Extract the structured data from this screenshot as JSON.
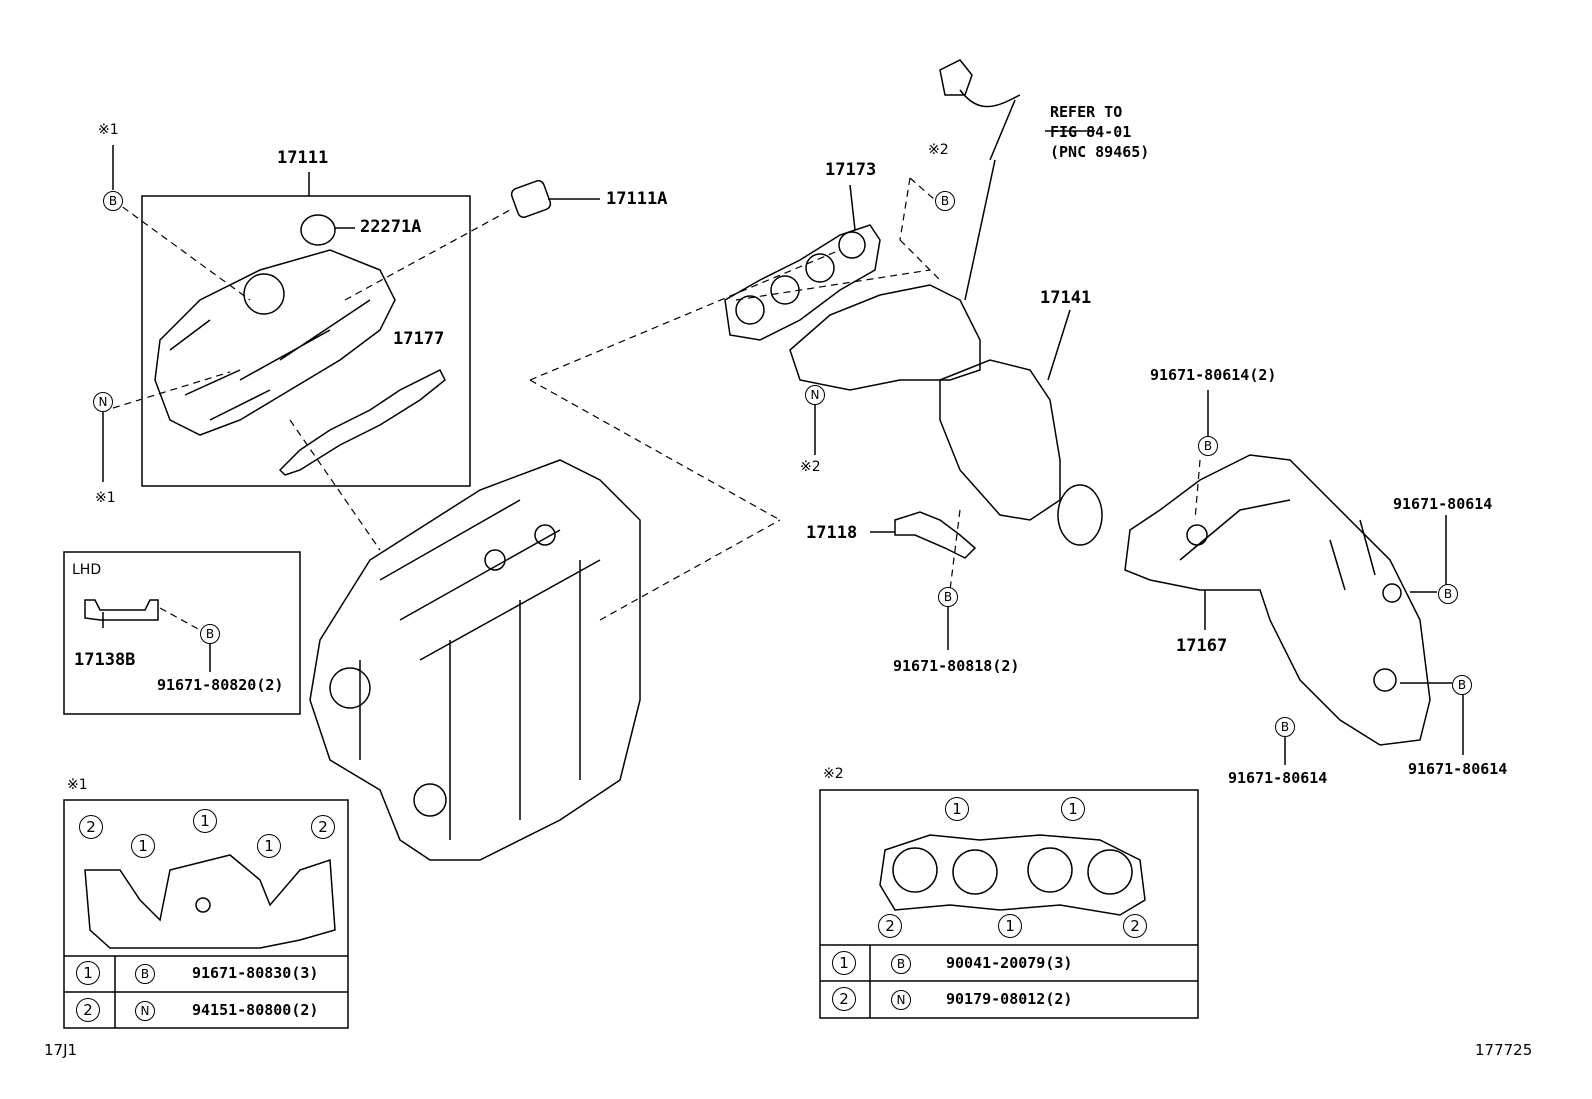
{
  "refer_note": {
    "line1": "REFER TO",
    "line2": "FIG 84-01",
    "line3": "(PNC 89465)"
  },
  "parts": {
    "p17111": "17111",
    "p17111A": "17111A",
    "p22271A": "22271A",
    "p17177": "17177",
    "p17173": "17173",
    "p17141": "17141",
    "p17118": "17118",
    "p17167": "17167",
    "p17138B": "17138B",
    "b_91671_80614_2": "91671-80614(2)",
    "b_91671_80614_r": "91671-80614",
    "b_91671_80614_bl": "91671-80614",
    "b_91671_80614_br": "91671-80614",
    "b_91671_80818_2": "91671-80818(2)",
    "b_91671_80820_2": "91671-80820(2)"
  },
  "markers": {
    "n1": "※1",
    "n2": "※2",
    "B": "B",
    "N": "N"
  },
  "lhd_box": {
    "title": "LHD"
  },
  "inset1": {
    "title": "※1",
    "rows": [
      {
        "idx": "1",
        "sym": "B",
        "part": "91671-80830(3)"
      },
      {
        "idx": "2",
        "sym": "N",
        "part": "94151-80800(2)"
      }
    ]
  },
  "inset2": {
    "title": "※2",
    "rows": [
      {
        "idx": "1",
        "sym": "B",
        "part": "90041-20079(3)"
      },
      {
        "idx": "2",
        "sym": "N",
        "part": "90179-08012(2)"
      }
    ]
  },
  "callouts": {
    "one": "1",
    "two": "2"
  },
  "footer": {
    "left": "17J1",
    "right": "177725"
  }
}
